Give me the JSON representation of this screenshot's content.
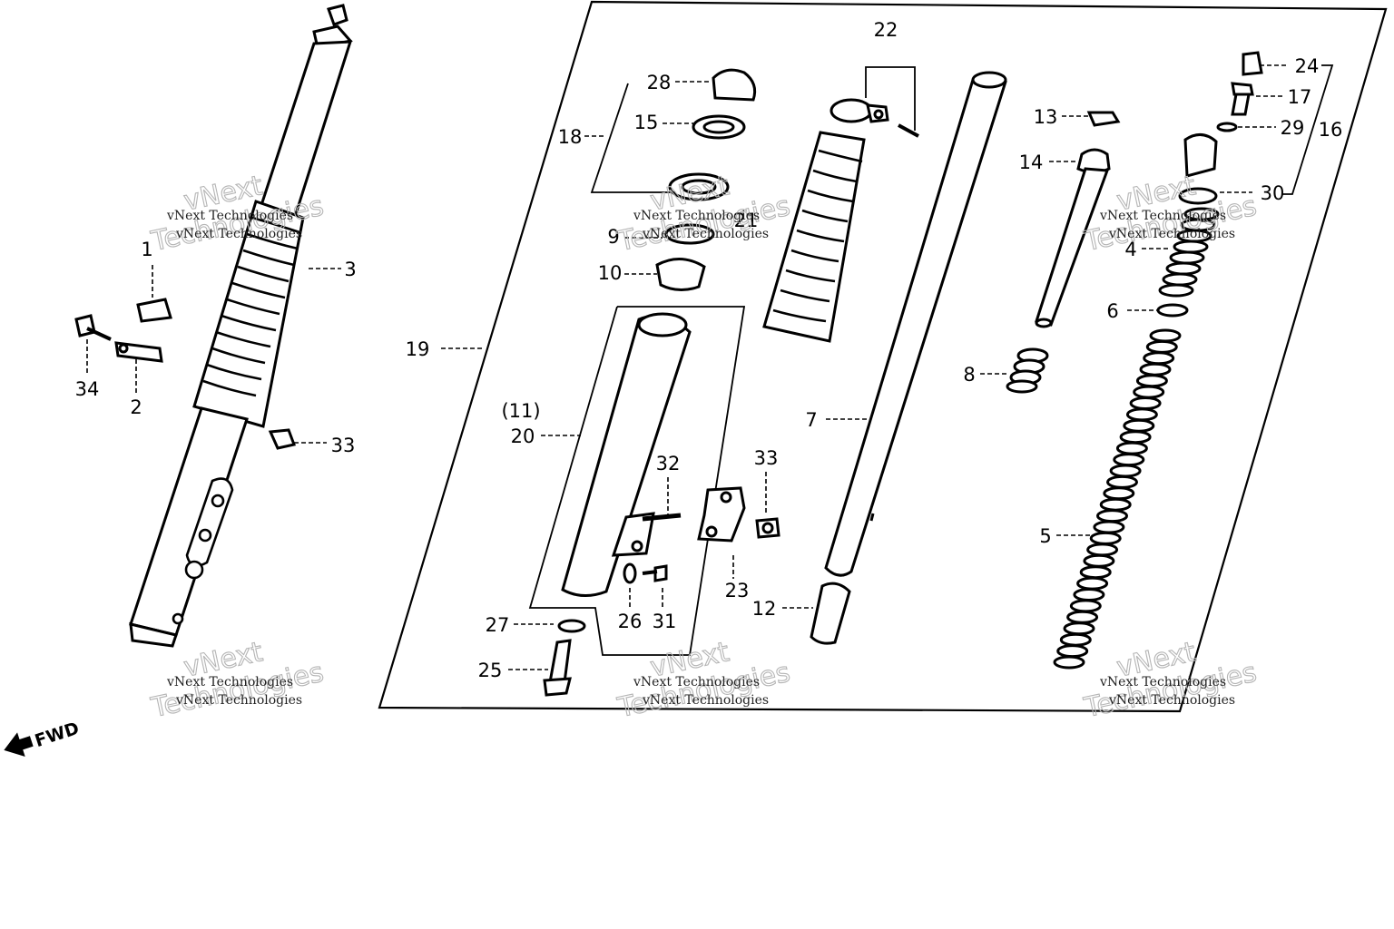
{
  "watermark": {
    "line1": "vNext",
    "line2": "Technologies",
    "small": "vNext Technologies"
  },
  "direction_label": "FWD",
  "callouts": [
    "1",
    "2",
    "3",
    "34",
    "33",
    "19",
    "28",
    "15",
    "18",
    "9",
    "10",
    "21",
    "22",
    "13",
    "14",
    "24",
    "17",
    "29",
    "16",
    "30",
    "4",
    "6",
    "8",
    "7",
    "5",
    "11",
    "20",
    "32",
    "33",
    "23",
    "12",
    "27",
    "26",
    "31",
    "25"
  ],
  "callouts_note_paren": "(11)",
  "colors": {
    "line": "#000000",
    "watermark": "#b5b5b5"
  }
}
